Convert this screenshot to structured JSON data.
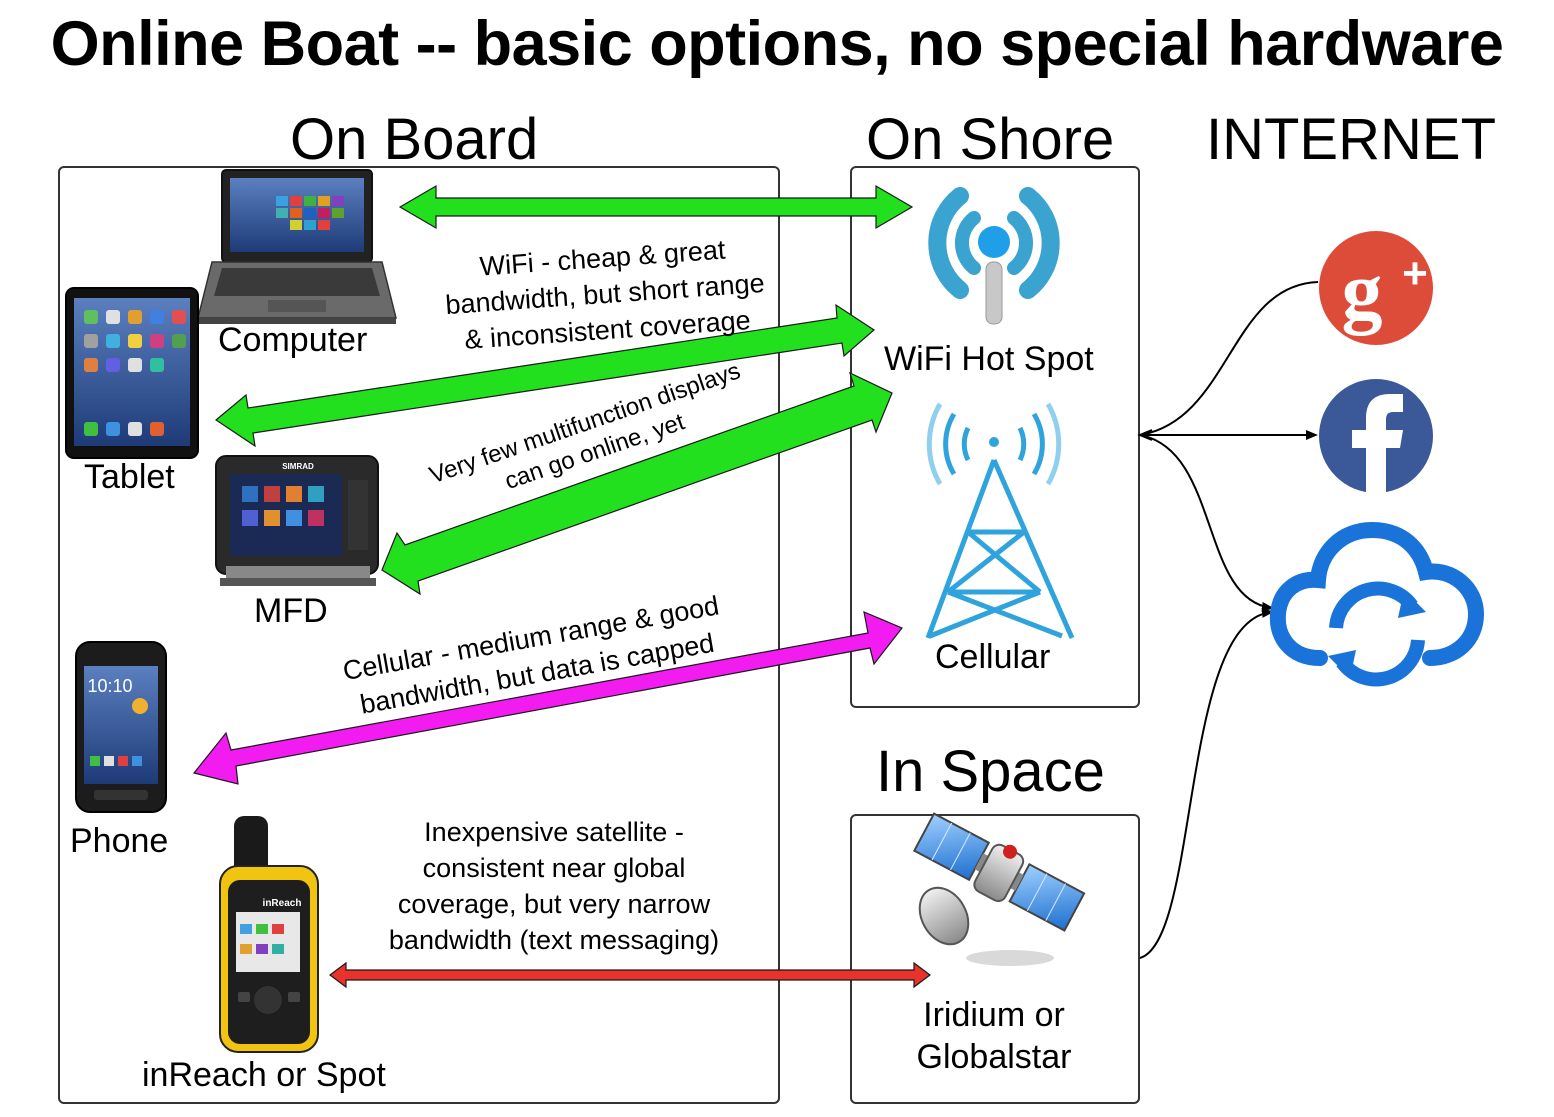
{
  "title": "Online Boat -- basic options, no special hardware",
  "sections": {
    "on_board": "On Board",
    "on_shore": "On Shore",
    "internet": "INTERNET",
    "in_space": "In Space"
  },
  "devices": {
    "computer": "Computer",
    "tablet": "Tablet",
    "mfd": "MFD",
    "phone": "Phone",
    "inreach": "inReach or Spot",
    "mfd_brand": "SIMRAD",
    "inreach_brand": "inReach",
    "phone_clock": "10:10"
  },
  "shore": {
    "wifi": "WiFi Hot Spot",
    "cellular": "Cellular"
  },
  "space": {
    "line1": "Iridium or",
    "line2": "Globalstar"
  },
  "notes": {
    "wifi": [
      "WiFi - cheap & great",
      "bandwidth, but short range",
      "& inconsistent coverage"
    ],
    "mfd": [
      "Very few multifunction displays",
      "can go online, yet"
    ],
    "cellular": [
      "Cellular - medium range & good",
      "bandwidth, but data is capped"
    ],
    "satellite": [
      "Inexpensive satellite -",
      "consistent near global",
      "coverage, but very narrow",
      "bandwidth (text messaging)"
    ]
  },
  "internet_services": [
    "google-plus",
    "facebook",
    "cloud-sync"
  ],
  "colors": {
    "wifi_arrow": "#22e01e",
    "cellular_arrow": "#f21cf0",
    "satellite_arrow": "#e8322c",
    "wifi_icon": "#3aa3cf",
    "tower": "#2ea3dc",
    "google": "#dd4b39",
    "facebook": "#3b5998",
    "cloud": "#1a73d9"
  }
}
